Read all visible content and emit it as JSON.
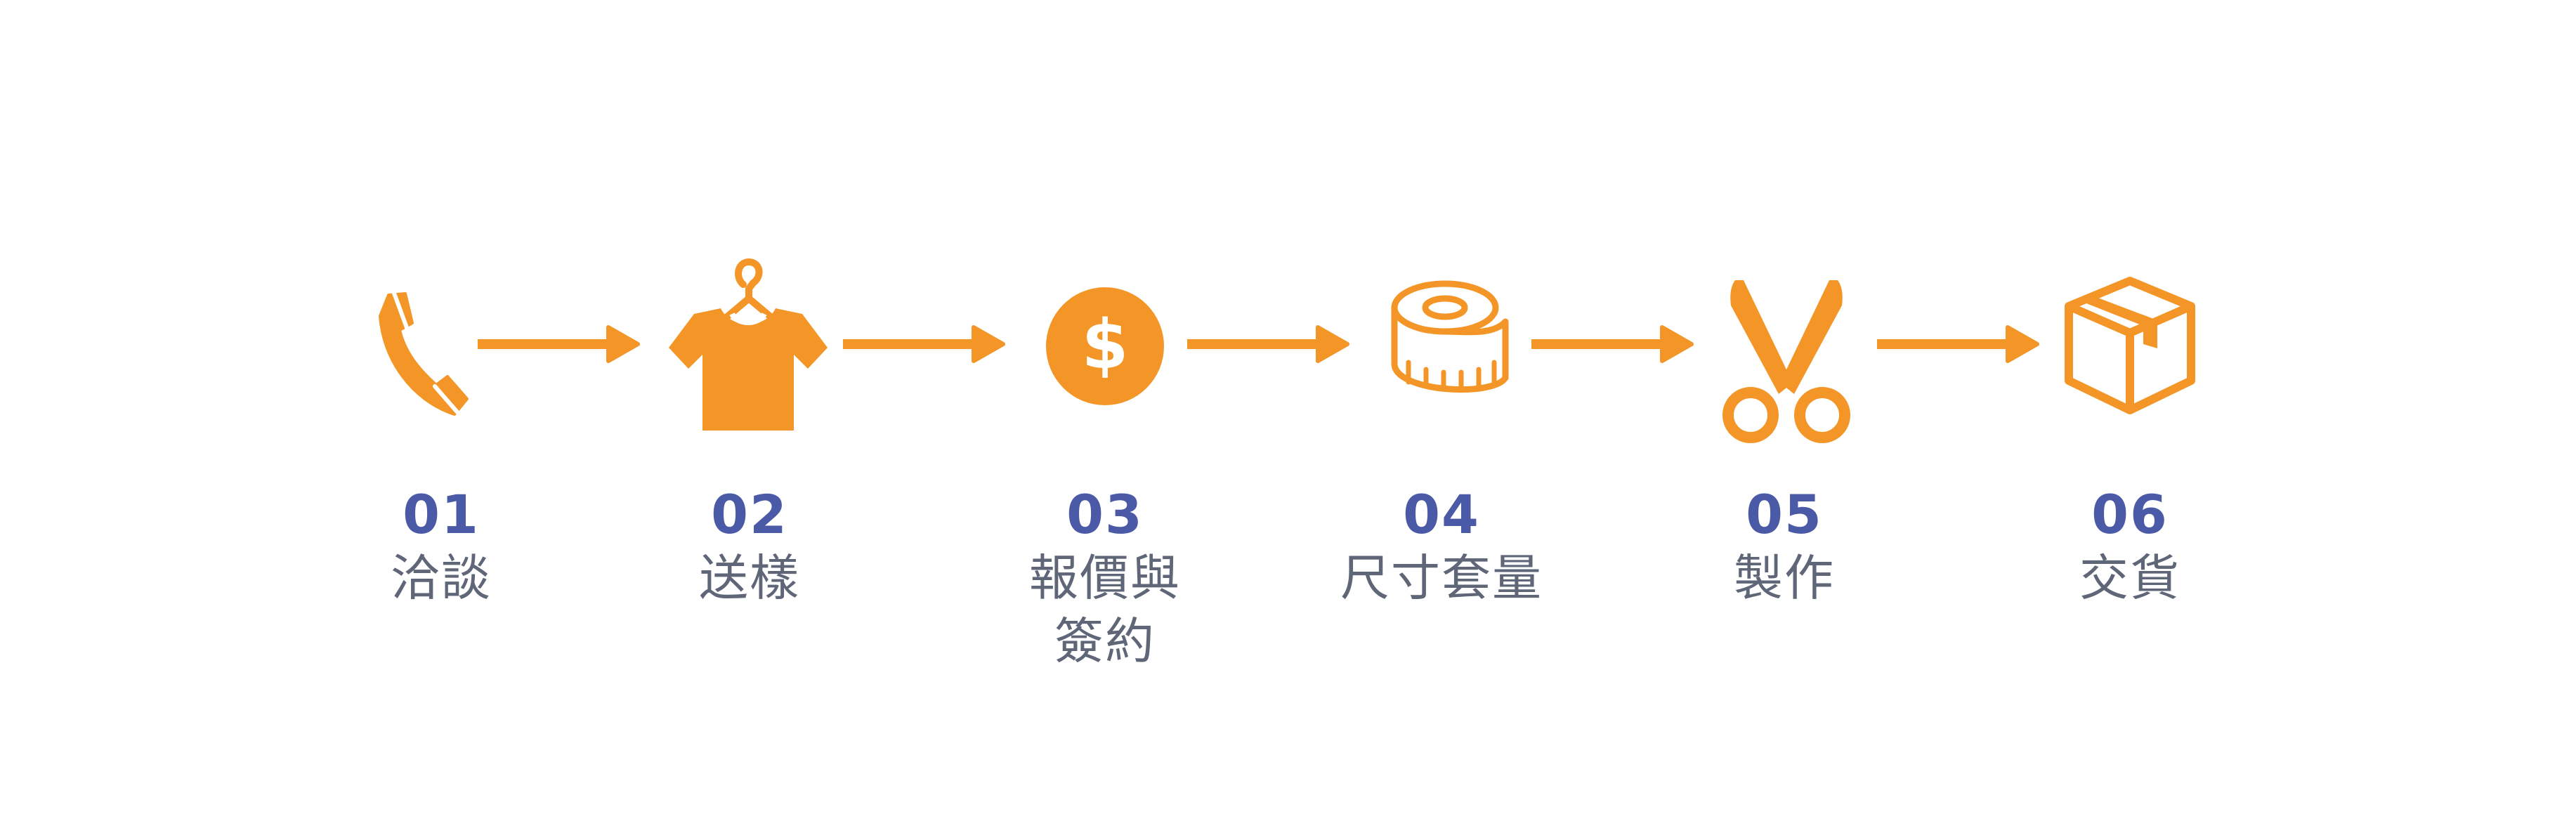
{
  "colors": {
    "accent": "#F39627",
    "number": "#4B5AA6",
    "label": "#5E6678"
  },
  "steps": [
    {
      "number": "01",
      "title": "洽談",
      "icon": "phone-handset-icon"
    },
    {
      "number": "02",
      "title": "送樣",
      "icon": "tshirt-hanger-icon"
    },
    {
      "number": "03",
      "title": "報價與\n簽約",
      "icon": "dollar-coin-icon"
    },
    {
      "number": "04",
      "title": "尺寸套量",
      "icon": "measuring-tape-icon"
    },
    {
      "number": "05",
      "title": "製作",
      "icon": "scissors-icon"
    },
    {
      "number": "06",
      "title": "交貨",
      "icon": "package-box-icon"
    }
  ]
}
